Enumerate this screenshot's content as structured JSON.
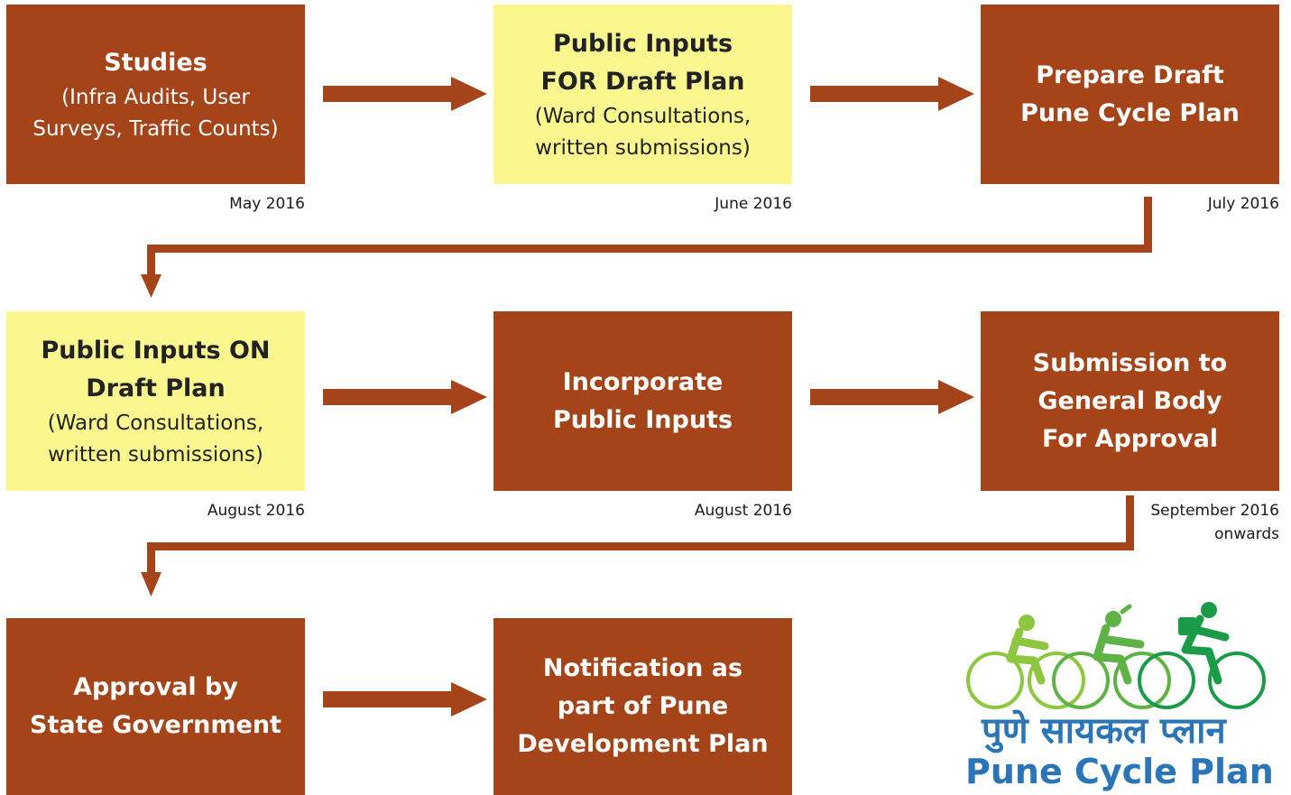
{
  "steps": [
    {
      "title": "Studies",
      "sub": "(Infra Audits, User\nSurveys, Traffic Counts)",
      "date": "May 2016"
    },
    {
      "title": "Public Inputs\nFOR Draft Plan",
      "sub": "(Ward Consultations,\nwritten submissions)",
      "date": "June 2016"
    },
    {
      "title": "Prepare Draft\nPune Cycle Plan",
      "sub": "",
      "date": "July 2016"
    },
    {
      "title": "Public Inputs ON\nDraft Plan",
      "sub": "(Ward Consultations,\nwritten submissions)",
      "date": "August 2016"
    },
    {
      "title": "Incorporate\nPublic Inputs",
      "sub": "",
      "date": "August 2016"
    },
    {
      "title": "Submission to\nGeneral Body\nFor Approval",
      "sub": "",
      "date": "September 2016\nonwards"
    },
    {
      "title": "Approval by\nState Government",
      "sub": "",
      "date": ""
    },
    {
      "title": "Notification as\npart of Pune\nDevelopment Plan",
      "sub": "",
      "date": ""
    }
  ],
  "logo": {
    "hindi": "पुणे सायकल प्लान",
    "english": "Pune Cycle Plan",
    "icon": "three-cyclists-logo-icon"
  },
  "colors": {
    "step_brown": "#a54418",
    "step_yellow": "#fbf78f",
    "arrow": "#a54418",
    "logo_blue": "#2a74b8",
    "logo_green_light": "#8dc63f",
    "logo_green_mid": "#5fb246",
    "logo_green_dark": "#1a9b48"
  }
}
